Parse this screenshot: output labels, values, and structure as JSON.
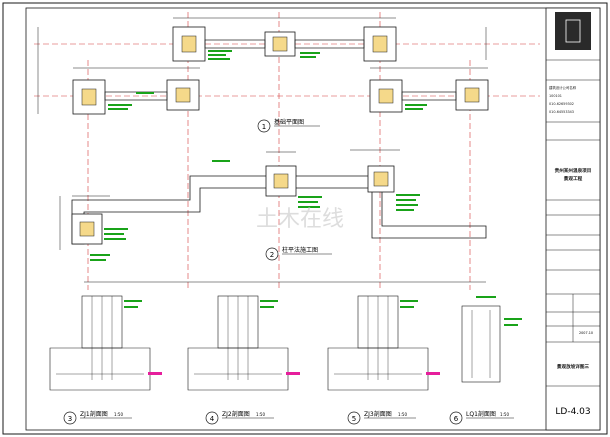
{
  "drawing": {
    "titles": {
      "foundation_plan": "基础平面图",
      "column_plan": "柱平法施工图",
      "section_zj1": "ZJ1剖面图",
      "section_zj2": "ZJ2剖面图",
      "section_zj3": "ZJ3剖面图",
      "section_lq": "LQ1剖面图",
      "scale": "1:50"
    },
    "markers": {
      "m1": "1",
      "m2": "2",
      "m3": "3",
      "m4": "4",
      "m5": "5",
      "m6": "6"
    },
    "watermark": "土木在线"
  },
  "title_block": {
    "company_lines": [
      "建筑设计公司名称",
      "100101",
      "010-62659302",
      "010-64553343"
    ],
    "project_name_1": "贵州某州温泉项目",
    "project_name_2": "景观工程",
    "sheet_title": "景观放坡详图三",
    "sheet_number": "LD-4.03",
    "date_label": "2007.10"
  },
  "colors": {
    "line": "#1a1a1a",
    "grid_red": "#d23a3a",
    "dim_green": "#19a319",
    "hatch_magenta": "#e61e9c",
    "fill_yellow": "#f5d98a"
  }
}
